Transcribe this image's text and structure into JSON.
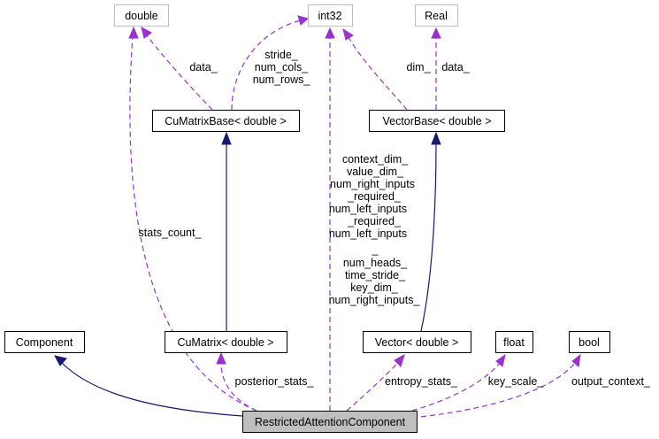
{
  "nodes": {
    "double": "double",
    "int32": "int32",
    "real": "Real",
    "cumatrixbase": "CuMatrixBase< double >",
    "vectorbase": "VectorBase< double >",
    "component": "Component",
    "cumatrix": "CuMatrix< double >",
    "vector": "Vector< double >",
    "float": "float",
    "bool": "bool",
    "restricted": "RestrictedAttentionComponent"
  },
  "edge_labels": {
    "data_double": "data_",
    "cmb_int32": [
      "stride_",
      "num_cols_",
      "num_rows_"
    ],
    "vb_int32": "dim_",
    "vb_real": "data_",
    "stats_count": "stats_count_",
    "ra_int32": [
      "context_dim_",
      "value_dim_",
      "num_right_inputs",
      "_required_",
      "num_left_inputs",
      "_required_",
      "num_left_inputs",
      "_",
      "num_heads_",
      "time_stride_",
      "key_dim_",
      "num_right_inputs_"
    ],
    "posterior_stats": "posterior_stats_",
    "entropy_stats": "entropy_stats_",
    "key_scale": "key_scale_",
    "output_context": "output_context_"
  },
  "colors": {
    "inheritance": "#191970",
    "usage": "#9a32cd",
    "focus_fill": "#bfbfbf",
    "external_border": "#bfbfbf"
  }
}
